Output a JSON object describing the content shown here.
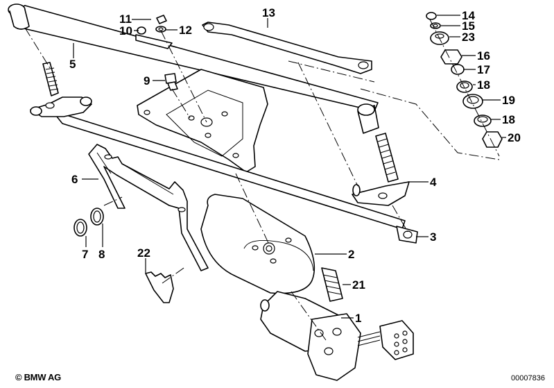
{
  "diagram": {
    "title": "Wiper linkage and motor — exploded parts view",
    "callouts": [
      {
        "id": "1",
        "label": "1"
      },
      {
        "id": "2",
        "label": "2"
      },
      {
        "id": "3",
        "label": "3"
      },
      {
        "id": "4",
        "label": "4"
      },
      {
        "id": "5",
        "label": "5"
      },
      {
        "id": "6",
        "label": "6"
      },
      {
        "id": "7",
        "label": "7"
      },
      {
        "id": "8",
        "label": "8"
      },
      {
        "id": "9",
        "label": "9"
      },
      {
        "id": "10",
        "label": "10"
      },
      {
        "id": "11",
        "label": "11"
      },
      {
        "id": "12",
        "label": "12"
      },
      {
        "id": "13",
        "label": "13"
      },
      {
        "id": "14",
        "label": "14"
      },
      {
        "id": "15",
        "label": "15"
      },
      {
        "id": "16",
        "label": "16"
      },
      {
        "id": "17",
        "label": "17"
      },
      {
        "id": "18a",
        "label": "18"
      },
      {
        "id": "18b",
        "label": "18"
      },
      {
        "id": "19",
        "label": "19"
      },
      {
        "id": "20",
        "label": "20"
      },
      {
        "id": "21",
        "label": "21"
      },
      {
        "id": "22",
        "label": "22"
      },
      {
        "id": "23",
        "label": "23"
      }
    ]
  },
  "footer": {
    "copyright": "© BMW AG",
    "drawing_number": "00007836"
  }
}
